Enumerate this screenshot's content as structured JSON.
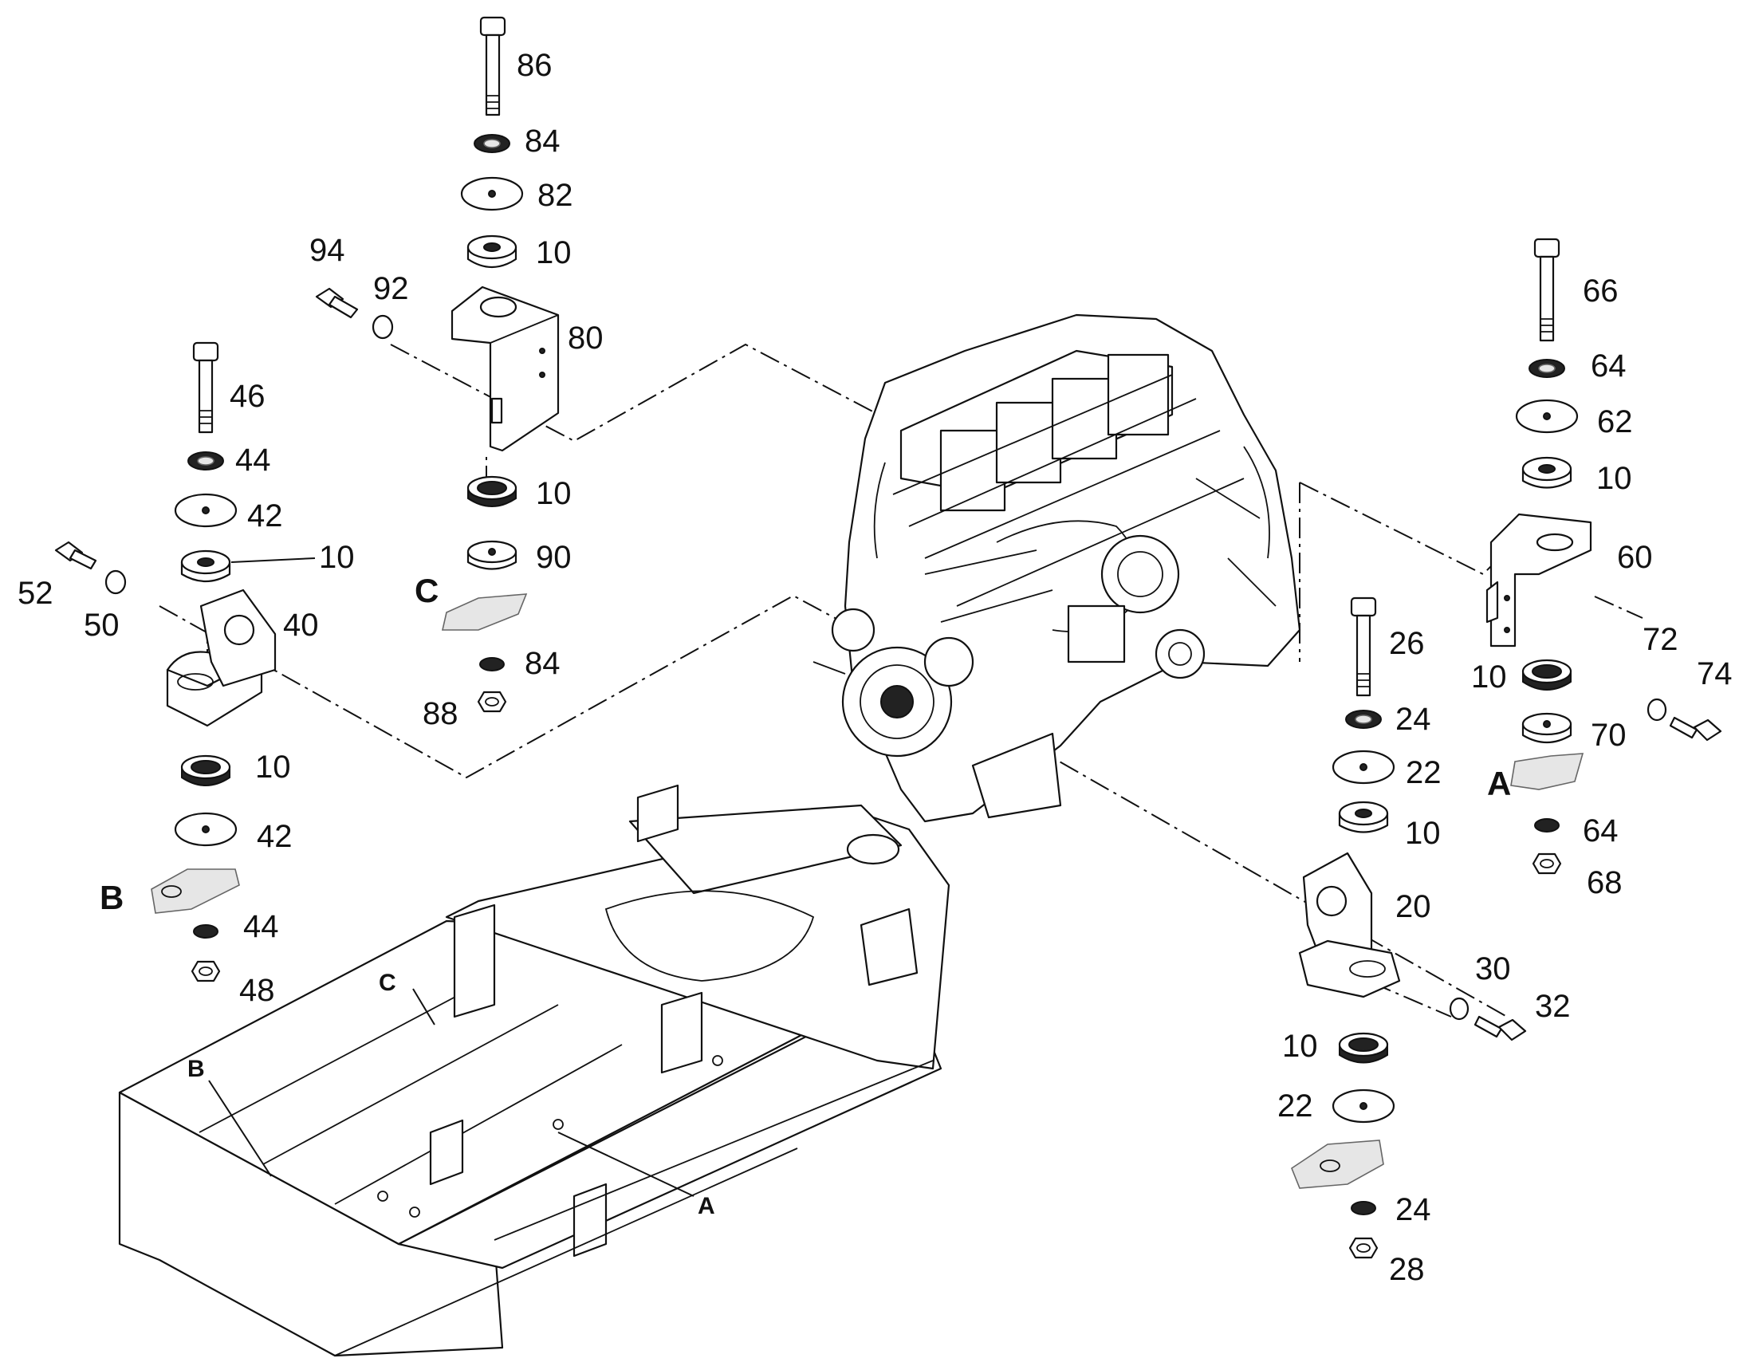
{
  "item_numbers": {
    "n86": "86",
    "n84a": "84",
    "n82": "82",
    "n10a": "10",
    "n94": "94",
    "n92": "92",
    "n80": "80",
    "n10b": "10",
    "n90": "90",
    "n84b": "84",
    "n88": "88",
    "n46": "46",
    "n44a": "44",
    "n42a": "42",
    "n10c": "10",
    "n52": "52",
    "n50": "50",
    "n40": "40",
    "n10d": "10",
    "n42b": "42",
    "n44b": "44",
    "n48": "48",
    "n66": "66",
    "n64a": "64",
    "n62": "62",
    "n10e": "10",
    "n60": "60",
    "n72": "72",
    "n74": "74",
    "n10f": "10",
    "n70": "70",
    "n64b": "64",
    "n68": "68",
    "n26": "26",
    "n24a": "24",
    "n22a": "22",
    "n10g": "10",
    "n20": "20",
    "n30": "30",
    "n32": "32",
    "n10h": "10",
    "n22b": "22",
    "n24b": "24",
    "n28": "28"
  },
  "mount_letters": {
    "c": "C",
    "b": "B",
    "a": "A"
  },
  "frame_letters": {
    "c": "C",
    "b": "B",
    "a": "A"
  },
  "icons": [
    "engine-illustration",
    "chassis-frame-illustration",
    "bolt-icon",
    "washer-icon",
    "rubber-mount-icon",
    "nut-icon",
    "bracket-icon"
  ]
}
